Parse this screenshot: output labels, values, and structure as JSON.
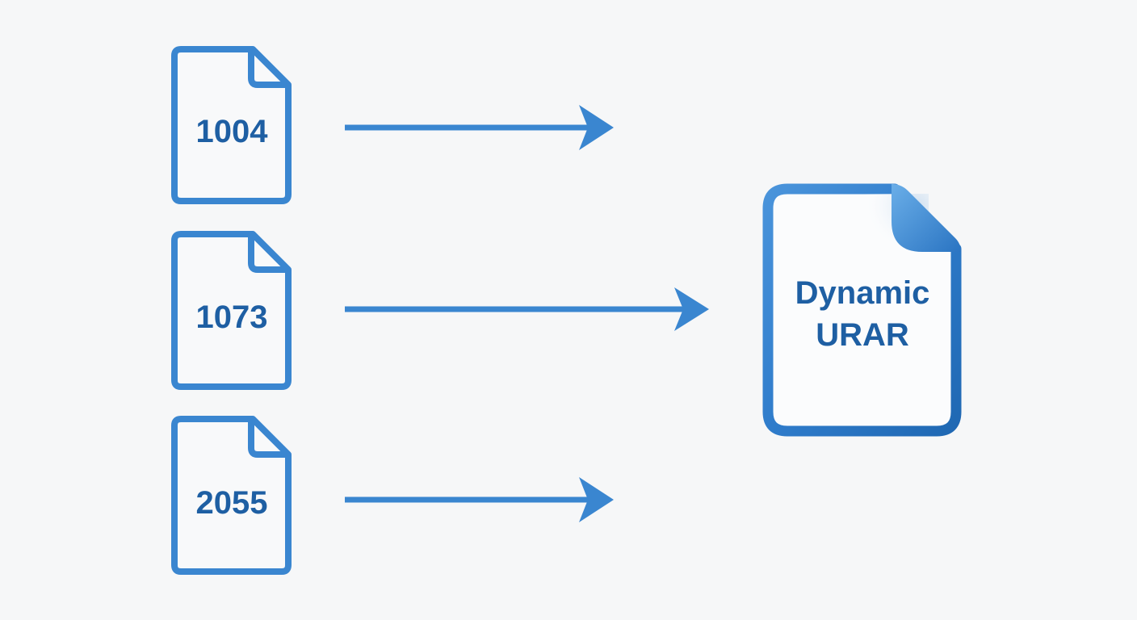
{
  "diagram": {
    "type": "flow",
    "description": "Three legacy form documents flow into a single combined document",
    "colors": {
      "background": "#f6f7f8",
      "stroke": "#3a86d0",
      "text": "#1e5fa3",
      "accent_dark": "#1f68b3",
      "accent_light": "#5aa3e3"
    },
    "sources": [
      {
        "id": "form-1004",
        "label": "1004",
        "icon": "document-icon"
      },
      {
        "id": "form-1073",
        "label": "1073",
        "icon": "document-icon"
      },
      {
        "id": "form-2055",
        "label": "2055",
        "icon": "document-icon"
      }
    ],
    "target": {
      "id": "dynamic-urar",
      "label_lines": [
        "Dynamic",
        "URAR"
      ],
      "icon": "document-icon"
    },
    "connectors": [
      {
        "from": "form-1004",
        "to": "dynamic-urar",
        "icon": "arrow-right-icon"
      },
      {
        "from": "form-1073",
        "to": "dynamic-urar",
        "icon": "arrow-right-icon"
      },
      {
        "from": "form-2055",
        "to": "dynamic-urar",
        "icon": "arrow-right-icon"
      }
    ]
  }
}
